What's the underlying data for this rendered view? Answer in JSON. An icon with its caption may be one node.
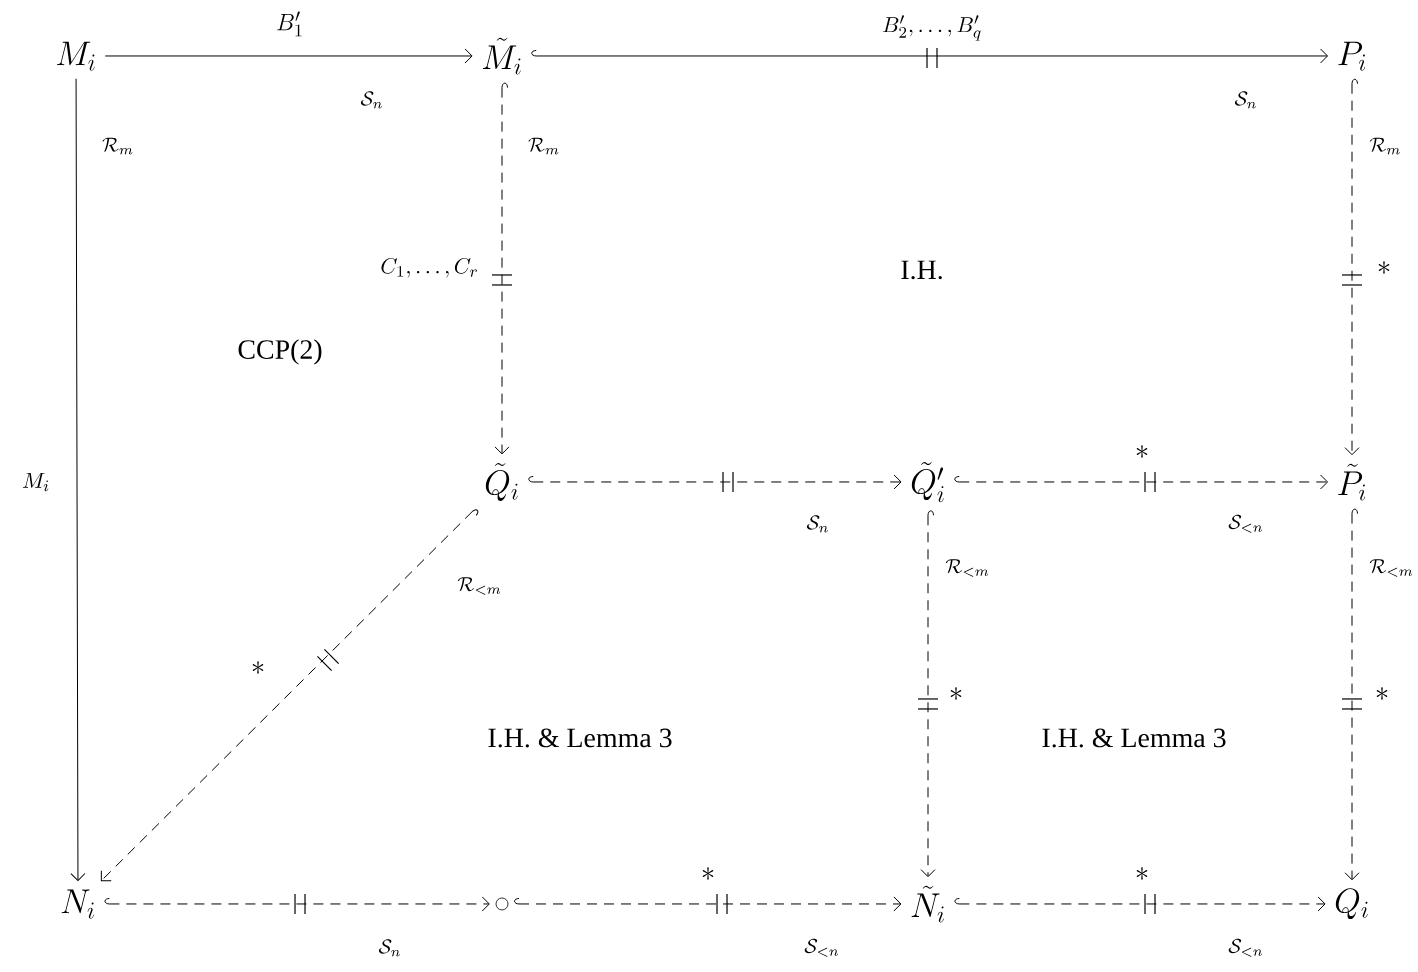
{
  "diagram": {
    "nodes": [
      {
        "text": [
          "M_i"
        ]
      },
      {
        "text": [
          "\\tilde{M}_i"
        ]
      },
      {
        "text": [
          "P_i"
        ]
      },
      {
        "text": [
          "\\tilde{Q}_i"
        ]
      },
      {
        "text": [
          "\\tilde{Q}'_i"
        ]
      },
      {
        "text": [
          "\\tilde{P}_i"
        ]
      },
      {
        "text": [
          "N_i"
        ]
      },
      {
        "text": [],
        "shape": "circle"
      },
      {
        "text": [
          "\\tilde{N}_i"
        ]
      },
      {
        "text": [
          "Q_i"
        ]
      }
    ],
    "edges": [
      {
        "from": 0,
        "to": 1,
        "arrow": "to",
        "label": "B_1'"
      },
      {
        "from": 1,
        "to": 2,
        "arrow": "to",
        "label": "B_2',\\ldots,B_q'"
      },
      {
        "from": 0,
        "to": 6,
        "arrow": "to",
        "label": "M_i"
      },
      {
        "from": 1,
        "to": 3,
        "arrow": "to",
        "style": "dashed",
        "label": "C_1,\\ldots,C_r"
      },
      {
        "from": 2,
        "to": 5,
        "arrow": "to",
        "style": "dashed",
        "label": "\\mathcal{R}_m"
      },
      {
        "from": 3,
        "to": 4,
        "arrow": "to",
        "style": "dashed",
        "label": "\\mathcal{S}_n"
      },
      {
        "from": 4,
        "to": 5,
        "arrow": "to",
        "style": "dashed",
        "label": "\\mathcal{S}_{<n}"
      },
      {
        "from": 3,
        "to": 6,
        "arrow": "to",
        "style": "dashed",
        "label": "\\mathcal{R}_{<m}"
      },
      {
        "from": 4,
        "to": 8,
        "arrow": "to",
        "style": "dashed",
        "label": "\\mathcal{R}_{<m}"
      },
      {
        "from": 5,
        "to": 9,
        "arrow": "to",
        "style": "dashed",
        "label": "\\mathcal{R}_{<m}"
      },
      {
        "from": 6,
        "to": 7,
        "arrow": "to",
        "style": "dashed",
        "label": "\\mathcal{S}_n"
      },
      {
        "from": 7,
        "to": 8,
        "arrow": "to",
        "style": "dashed",
        "label": "\\mathcal{S}_{<n}"
      },
      {
        "from": 8,
        "to": 9,
        "arrow": "to",
        "style": "dashed",
        "label": "\\mathcal{S}_{<n}"
      }
    ],
    "labels": [
      "\\mathcal{S}_n",
      "\\mathcal{S}_n",
      "\\mathcal{R}_m",
      "\\mathcal{R}_m",
      "I.H.",
      "*",
      "CCP(2)",
      "*",
      "*",
      "*",
      "*",
      "I.H.  & Lemma 3",
      "I.H.  & Lemma 3",
      "*",
      "*"
    ]
  }
}
